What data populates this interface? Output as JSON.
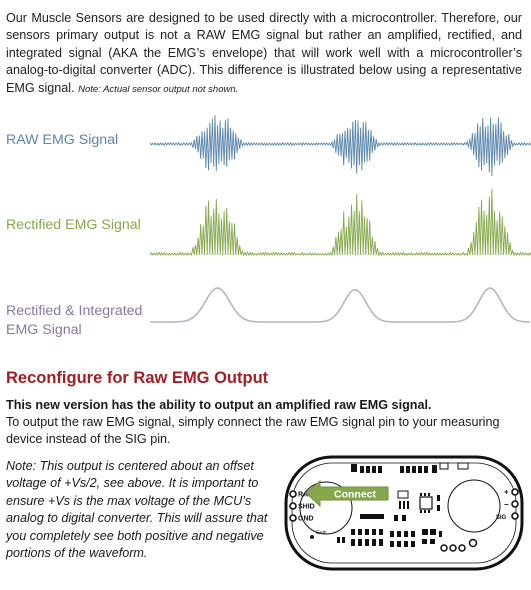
{
  "intro": {
    "text": "Our Muscle Sensors are designed to be used directly with a microcontroller. Therefore, our sensors primary output is not a RAW EMG signal but rather an amplified, rectified, and integrated signal (AKA the EMG’s envelope) that will work well with a microcontroller’s analog-to-digital converter (ADC). This difference is illustrated below using a representative EMG signal.",
    "note": "Note: Actual sensor output not shown."
  },
  "signals": {
    "raw_label": "RAW EMG Signal",
    "rectified_label": "Rectified EMG Signal",
    "integrated_label": "Rectified & Integrated EMG Signal",
    "colors": {
      "raw": "#5b86ad",
      "rectified": "#86a84c",
      "integrated": "#8a76a6"
    }
  },
  "section": {
    "title": "Reconfigure for Raw EMG Output",
    "subhead": "This new version has the ability to output an amplified raw EMG signal.",
    "body": "To output the raw EMG signal, simply connect the raw EMG signal pin to your measuring device instead of the SIG pin.",
    "note": "Note: This output is centered about an offset voltage of +Vs/2, see above. It is important to ensure +Vs is the max voltage of the MCU’s analog to digital converter. This will assure that you completely see both positive and negative portions of the waveform."
  },
  "board": {
    "pins": [
      "RAW",
      "SHID",
      "GND"
    ],
    "connect_label": "Connect",
    "gain_label": "Gain",
    "sig_label": "SIG",
    "plus_label": "+",
    "minus_label": "−",
    "accent_color": "#86a84c"
  }
}
